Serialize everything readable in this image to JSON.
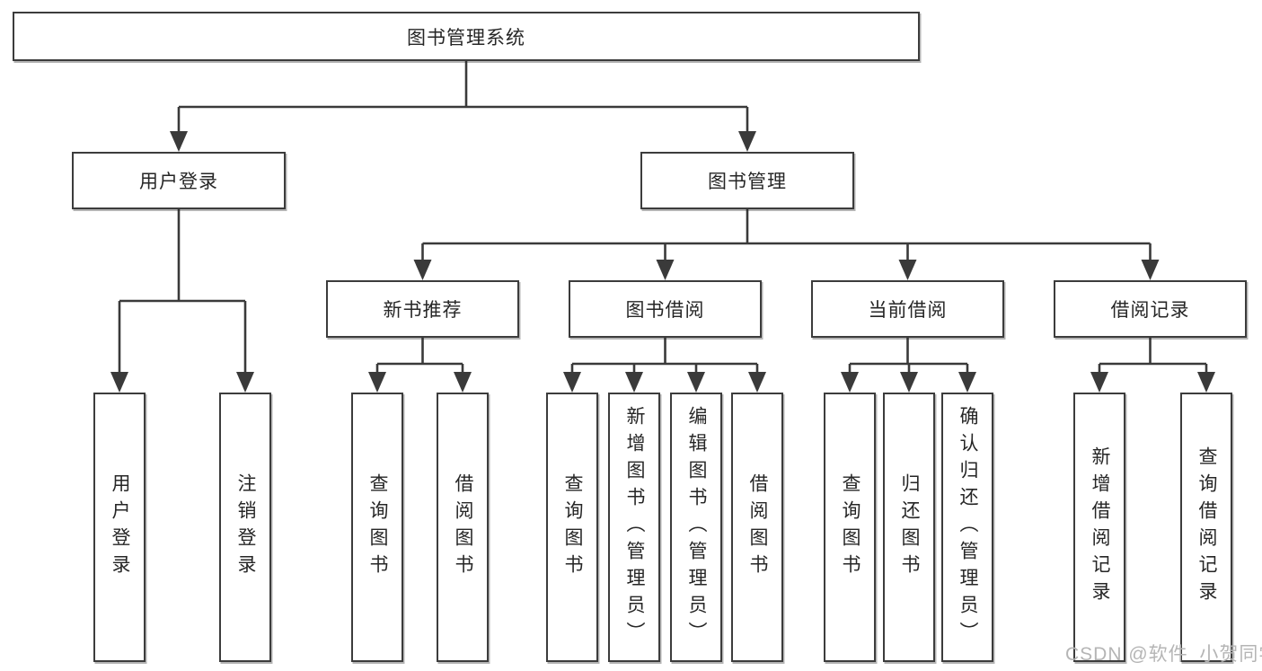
{
  "tree": {
    "label": "图书管理系统",
    "children": [
      {
        "label": "用户登录",
        "children": [
          {
            "label": "用户登录"
          },
          {
            "label": "注销登录"
          }
        ]
      },
      {
        "label": "图书管理",
        "children": [
          {
            "label": "新书推荐",
            "children": [
              {
                "label": "查询图书"
              },
              {
                "label": "借阅图书"
              }
            ]
          },
          {
            "label": "图书借阅",
            "children": [
              {
                "label": "查询图书"
              },
              {
                "label": "新增图书（管理员）"
              },
              {
                "label": "编辑图书（管理员）"
              },
              {
                "label": "借阅图书"
              }
            ]
          },
          {
            "label": "当前借阅",
            "children": [
              {
                "label": "查询图书"
              },
              {
                "label": "归还图书"
              },
              {
                "label": "确认归还（管理员）"
              }
            ]
          },
          {
            "label": "借阅记录",
            "children": [
              {
                "label": "新增借阅记录"
              },
              {
                "label": "查询借阅记录"
              }
            ]
          }
        ]
      }
    ]
  },
  "watermark": {
    "text": "CSDN @软件_小贺同学"
  },
  "colors": {
    "line": "#3a3a3a",
    "box_border": "#3c3c3c",
    "text": "#262626",
    "watermark": "#b5b5b5",
    "background": "#ffffff"
  }
}
